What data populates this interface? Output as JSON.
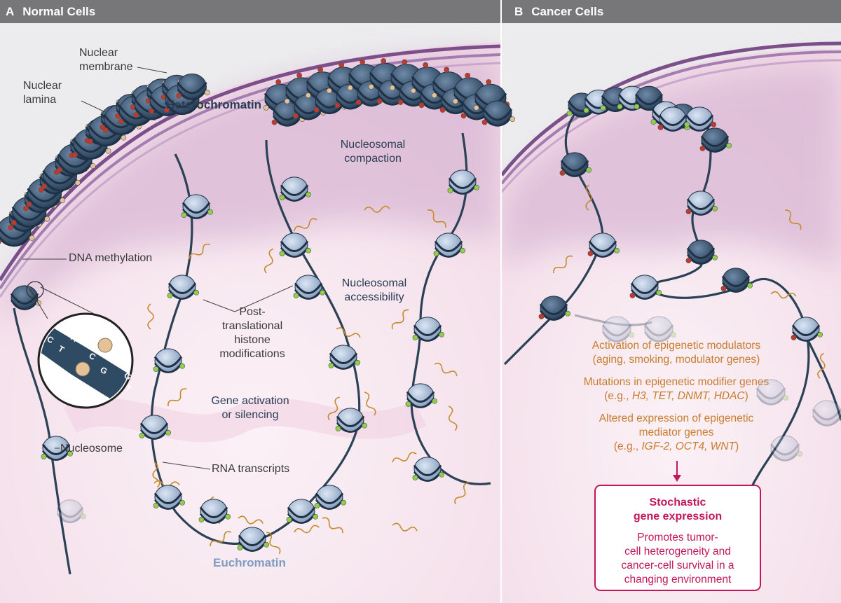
{
  "panels": {
    "a": {
      "letter": "A",
      "title": "Normal Cells"
    },
    "b": {
      "letter": "B",
      "title": "Cancer Cells"
    }
  },
  "labels": {
    "nuclear_membrane": "Nuclear\nmembrane",
    "nuclear_lamina": "Nuclear\nlamina",
    "heterochromatin": "Heterochromatin",
    "nucleosomal_compaction": "Nucleosomal\ncompaction",
    "dna_methylation": "DNA methylation",
    "nucleosomal_accessibility": "Nucleosomal\naccessibility",
    "ptm": "Post-\ntranslational\nhistone\nmodifications",
    "gene_activation": "Gene activation\nor silencing",
    "nucleosome": "Nucleosome",
    "rna_transcripts": "RNA transcripts",
    "euchromatin": "Euchromatin",
    "dna_letters": [
      "C",
      "T",
      "A",
      "C",
      "G",
      "C",
      "G",
      "T"
    ]
  },
  "cancer": {
    "factor1": "Activation of epigenetic modulators\n(aging, smoking, modulator genes)",
    "factor2_line1": "Mutations in epigenetic modifier genes",
    "factor2_pre": "(e.g., ",
    "factor2_genes": "H3, TET, DNMT, HDAC",
    "factor2_post": ")",
    "factor3_lines": "Altered expression of epigenetic\nmediator genes",
    "factor3_pre": "(e.g., ",
    "factor3_genes": "IGF-2, OCT4, WNT",
    "factor3_post": ")",
    "result_title": "Stochastic\ngene expression",
    "result_body": "Promotes tumor-\ncell heterogeneity and\ncancer-cell survival in a\nchanging environment"
  },
  "colors": {
    "header": "#77777a",
    "nucleoplasm": "#f7e4ee",
    "membrane": "#8b5d97",
    "lamina_glow": "#c9a3c8",
    "chromatin_dark": "#34506b",
    "nucleosome_light": "#a9bfdc",
    "dna_strand": "#2b4256",
    "methyl_tan": "#e3c29a",
    "methyl_red": "#c0392b",
    "histone_mark_green": "#8fcf4a",
    "rna": "#c58a2a",
    "cancer_text": "#c97c2d",
    "result": "#c2185b"
  }
}
